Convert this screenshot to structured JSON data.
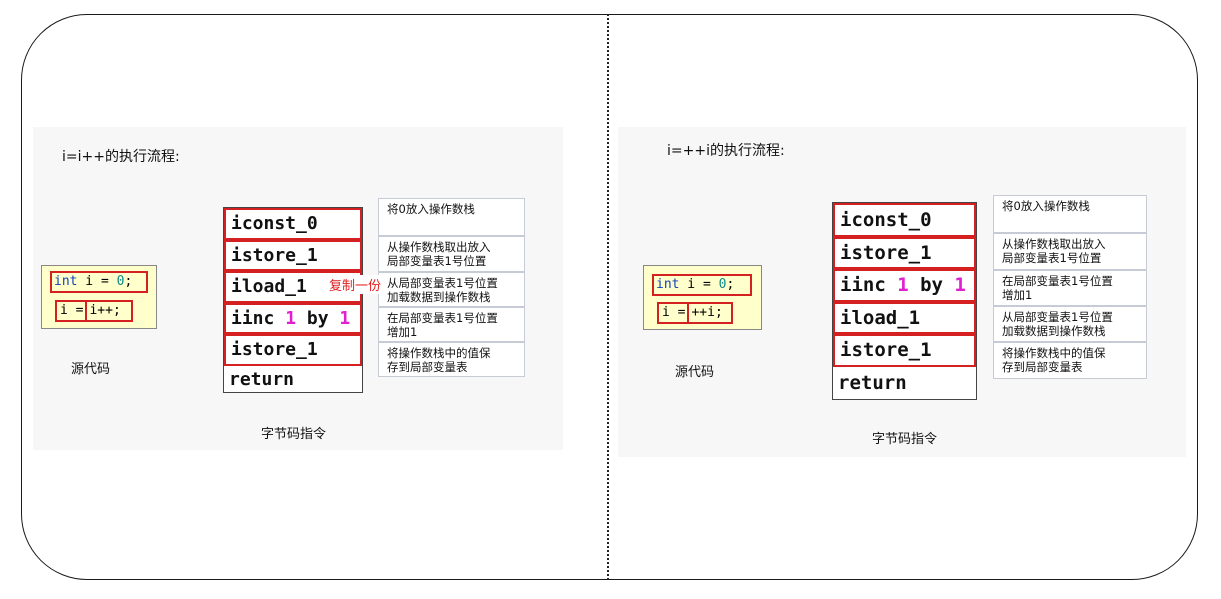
{
  "left": {
    "title": "i=i++的执行流程:",
    "source": {
      "line1_kw": "int",
      "line1_rest": " i = ",
      "line1_num": "0",
      "line1_end": ";",
      "line2_a": "i =",
      "line2_b": "i++;"
    },
    "source_caption": "源代码",
    "bytecode": [
      {
        "op": "iconst_0",
        "num": "",
        "mid": "",
        "num2": ""
      },
      {
        "op": "istore_1",
        "num": "",
        "mid": "",
        "num2": ""
      },
      {
        "op": "iload_1",
        "num": "",
        "mid": "",
        "num2": ""
      },
      {
        "op": "iinc ",
        "num": "1",
        "mid": " by ",
        "num2": "1"
      },
      {
        "op": "istore_1",
        "num": "",
        "mid": "",
        "num2": ""
      },
      {
        "op": "return",
        "num": "",
        "mid": "",
        "num2": ""
      }
    ],
    "bytecode_caption": "字节码指令",
    "copy_label": "复制一份",
    "notes": [
      [
        "将0放入操作数栈"
      ],
      [
        "从操作数栈取出放入",
        "局部变量表1号位置"
      ],
      [
        "从局部变量表1号位置",
        "加载数据到操作数栈"
      ],
      [
        "在局部变量表1号位置",
        "增加1"
      ],
      [
        "将操作数栈中的值保",
        "存到局部变量表"
      ]
    ]
  },
  "right": {
    "title": "i=++i的执行流程:",
    "source": {
      "line1_kw": "int",
      "line1_rest": " i = ",
      "line1_num": "0",
      "line1_end": ";",
      "line2_a": "i =",
      "line2_b": "++i;"
    },
    "source_caption": "源代码",
    "bytecode": [
      {
        "op": "iconst_0",
        "num": "",
        "mid": "",
        "num2": ""
      },
      {
        "op": "istore_1",
        "num": "",
        "mid": "",
        "num2": ""
      },
      {
        "op": "iinc ",
        "num": "1",
        "mid": " by ",
        "num2": "1"
      },
      {
        "op": "iload_1",
        "num": "",
        "mid": "",
        "num2": ""
      },
      {
        "op": "istore_1",
        "num": "",
        "mid": "",
        "num2": ""
      },
      {
        "op": "return",
        "num": "",
        "mid": "",
        "num2": ""
      }
    ],
    "bytecode_caption": "字节码指令",
    "notes": [
      [
        "将0放入操作数栈"
      ],
      [
        "从操作数栈取出放入",
        "局部变量表1号位置"
      ],
      [
        "在局部变量表1号位置",
        "增加1"
      ],
      [
        "从局部变量表1号位置",
        "加载数据到操作数栈"
      ],
      [
        "将操作数栈中的值保",
        "存到局部变量表"
      ]
    ]
  },
  "colors": {
    "highlight_border": "#d42020",
    "number_magenta": "#e020d0",
    "keyword_blue": "#1040c0",
    "source_bg": "#ffffcc"
  }
}
